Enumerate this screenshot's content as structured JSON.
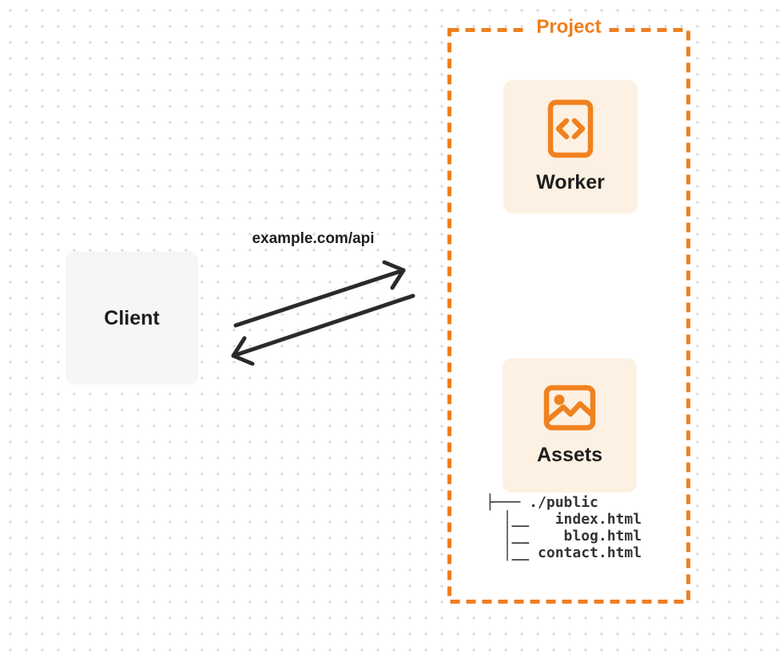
{
  "client": {
    "label": "Client"
  },
  "request": {
    "label": "example.com/api"
  },
  "project": {
    "label": "Project",
    "worker": {
      "label": "Worker",
      "icon": "code-file-icon"
    },
    "assets": {
      "label": "Assets",
      "icon": "image-icon"
    },
    "file_tree": {
      "lines": [
        "├─── ./public",
        "  │__   index.html",
        "  │__    blog.html",
        "  │__ contact.html"
      ]
    }
  },
  "colors": {
    "accent_orange": "#ee7f1e",
    "card_cream": "#fcf1e2",
    "client_gray": "#f6f6f7",
    "arrow_ink": "#2a2a2a",
    "dot_grid": "#e2e2e5"
  }
}
